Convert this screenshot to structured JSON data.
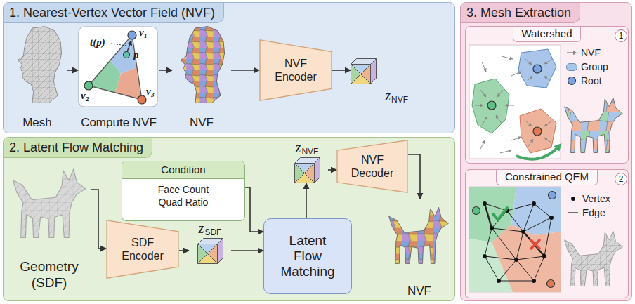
{
  "diagram": {
    "nodes": [
      {
        "text": [
          "1. Nearest-Vertex Vector Field (NVF)"
        ]
      },
      {
        "text": [
          "Mesh"
        ],
        "in": 0
      },
      {
        "text": [
          "Compute NVF"
        ],
        "in": 0
      },
      {
        "text": [
          "NVF"
        ],
        "in": 0
      },
      {
        "text": [
          "NVF Encoder"
        ],
        "in": 0
      },
      {
        "text": [
          "z",
          "NVF"
        ],
        "in": 0
      },
      {
        "text": [
          "2. Latent Flow Matching"
        ]
      },
      {
        "text": [
          "Geometry (SDF)"
        ],
        "in": 6
      },
      {
        "text": [
          "Condition",
          "Face Count Quad Ratio"
        ],
        "in": 6
      },
      {
        "text": [
          "SDF Encoder"
        ],
        "in": 6
      },
      {
        "text": [
          "z",
          "SDF"
        ],
        "in": 6
      },
      {
        "text": [
          "Latent Flow Matching"
        ],
        "in": 6
      },
      {
        "text": [
          "z",
          "NVF"
        ],
        "in": 6
      },
      {
        "text": [
          "NVF Decoder"
        ],
        "in": 6
      },
      {
        "text": [
          "NVF"
        ],
        "in": 6
      },
      {
        "text": [
          "3. Mesh Extraction"
        ]
      },
      {
        "text": [
          "Watershed"
        ],
        "in": 15
      },
      {
        "text": [
          "1"
        ],
        "in": 16
      },
      {
        "text": [
          "Constrained QEM"
        ],
        "in": 15
      },
      {
        "text": [
          "2"
        ],
        "in": 18
      }
    ],
    "edges": [
      {
        "from": 1,
        "to": 2,
        "arrow": "to"
      },
      {
        "from": 2,
        "to": 3,
        "arrow": "to"
      },
      {
        "from": 3,
        "to": 4,
        "arrow": "to"
      },
      {
        "from": 4,
        "to": 5,
        "arrow": "to"
      },
      {
        "from": 7,
        "to": 9,
        "arrow": "to"
      },
      {
        "from": 9,
        "to": 10,
        "arrow": "to"
      },
      {
        "from": 10,
        "to": 11,
        "arrow": "to"
      },
      {
        "from": 8,
        "to": 11,
        "arrow": "to"
      },
      {
        "from": 11,
        "to": 12,
        "arrow": "to"
      },
      {
        "from": 12,
        "to": 13,
        "arrow": "to"
      },
      {
        "from": 13,
        "to": 14,
        "arrow": "to"
      }
    ],
    "labels": [
      "t(p)",
      "p",
      "v₁",
      "v₂",
      "v₃"
    ],
    "legend": [
      {
        "text": "NVF"
      },
      {
        "text": "Group",
        "color": "#a9c6e6"
      },
      {
        "text": "Root"
      },
      {
        "text": "Vertex"
      },
      {
        "text": "Edge"
      }
    ]
  }
}
